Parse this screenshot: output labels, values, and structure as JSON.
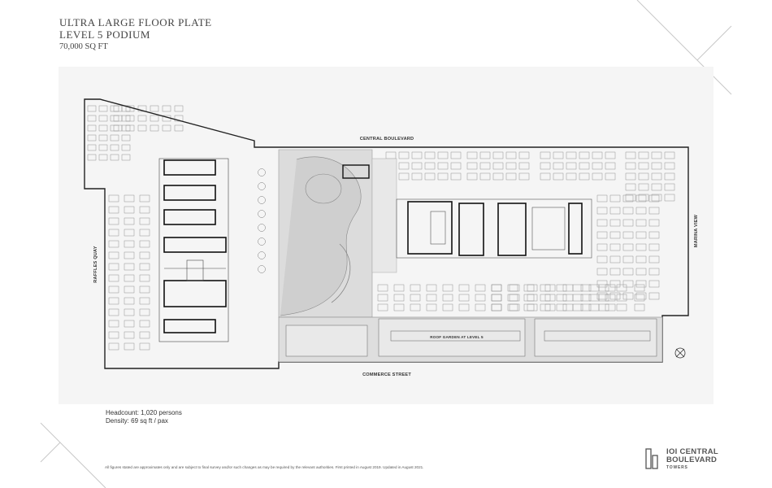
{
  "title": {
    "line1": "ULTRA LARGE FLOOR PLATE",
    "line2": "LEVEL 5 PODIUM",
    "area": "70,000 SQ FT"
  },
  "plan": {
    "streets": {
      "north": "CENTRAL BOULEVARD",
      "south": "COMMERCE STREET",
      "west": "RAFFLES QUAY",
      "east": "MARINA VIEW"
    },
    "roof_garden": "ROOF GARDEN AT LEVEL 5"
  },
  "stats": {
    "headcount": "Headcount: 1,020 persons",
    "density": "Density: 69 sq ft / pax"
  },
  "disclaimer": "All figures stated are approximates only and are subject to final survey and/or such changes as may be required by the relevant authorities. First printed in August 2019. Updated in August 2021.",
  "logo": {
    "line1": "IOI CENTRAL",
    "line2": "BOULEVARD",
    "line3": "TOWERS"
  },
  "colors": {
    "plan_background": "#f5f5f5",
    "wall": "#222222",
    "atrium_fill": "#d4d4d4"
  }
}
